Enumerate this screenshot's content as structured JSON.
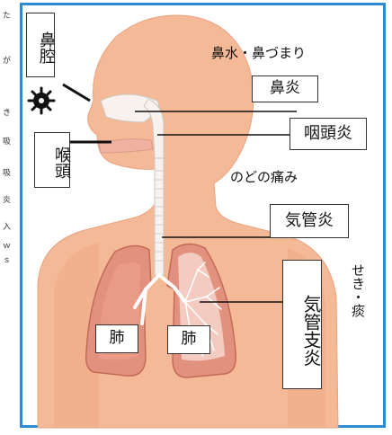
{
  "labels": {
    "nasal_cavity": "鼻腔",
    "larynx": "喉頭",
    "lung_left": "肺",
    "lung_right": "肺",
    "rhinitis": "鼻炎",
    "pharyngitis": "咽頭炎",
    "tracheitis": "気管炎",
    "bronchitis": "気管支炎"
  },
  "symptoms": {
    "runny_nose": "鼻水・鼻づまり",
    "sore_throat": "のどの痛み",
    "cough_phlegm": "せき・痰"
  },
  "margin_text": [
    "た",
    "が",
    "き",
    "吸",
    "吸",
    "炎",
    "入",
    "ｗ",
    "ｓ"
  ],
  "colors": {
    "frame_border": "#2e8bd0",
    "skin": "#f4b996",
    "skin_shade": "#e9a27f",
    "lung": "#e2917f",
    "lung_inner": "#f3cbc0",
    "airway": "#f7f2ee",
    "virus": "#111111"
  }
}
